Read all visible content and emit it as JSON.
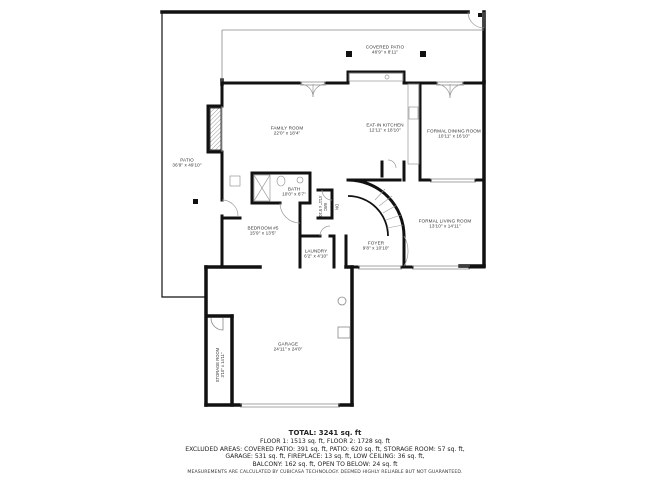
{
  "rooms": {
    "covered_patio": {
      "name": "COVERED PATIO",
      "dims": "46'9\" x 8'11\""
    },
    "family_room": {
      "name": "FAMILY ROOM",
      "dims": "22'0\" x 18'4\""
    },
    "eat_in_kitchen": {
      "name": "EAT-IN KITCHEN",
      "dims": "12'11\" x 18'10\""
    },
    "formal_dining_room": {
      "name": "FORMAL DINING ROOM",
      "dims": "10'11\" x 16'10\""
    },
    "patio": {
      "name": "PATIO",
      "dims": "36'9\" x 49'10\""
    },
    "bath": {
      "name": "BATH",
      "dims": "10'0\" x 6'7\""
    },
    "bedroom_5": {
      "name": "BEDROOM #5",
      "dims": "15'9\" x 13'5\""
    },
    "laundry": {
      "name": "LAUNDRY",
      "dims": "6'2\" x 4'10\""
    },
    "foyer": {
      "name": "FOYER",
      "dims": "9'8\" x 10'10\""
    },
    "formal_living_room": {
      "name": "FORMAL LIVING ROOM",
      "dims": "13'10\" x 14'11\""
    },
    "garage": {
      "name": "GARAGE",
      "dims": "24'11\" x 24'0\""
    },
    "storage_room": {
      "name": "STORAGE ROOM",
      "dims": "3'10\" x 14'11\""
    },
    "wic": {
      "name": "WIC",
      "dims": "4'11\" x 5'10\""
    },
    "stair_label": {
      "name": "DN"
    }
  },
  "summary": {
    "total": "TOTAL: 3241 sq. ft",
    "floors": "FLOOR 1: 1513 sq. ft, FLOOR 2: 1728 sq. ft",
    "excluded_line1": "EXCLUDED AREAS: COVERED PATIO: 391 sq. ft, PATIO: 620 sq. ft, STORAGE ROOM: 57 sq. ft,",
    "excluded_line2": "GARAGE: 531 sq. ft, FIREPLACE: 13 sq. ft, LOW CEILING: 36 sq. ft,",
    "excluded_line3": "BALCONY: 162 sq. ft, OPEN TO BELOW: 24 sq. ft",
    "disclaimer": "MEASUREMENTS ARE CALCULATED BY CUBICASA TECHNOLOGY. DEEMED HIGHLY RELIABLE BUT NOT GUARANTEED."
  },
  "colors": {
    "wall": "#111111",
    "thin_line": "#777777",
    "text": "#333333",
    "background": "#ffffff"
  }
}
